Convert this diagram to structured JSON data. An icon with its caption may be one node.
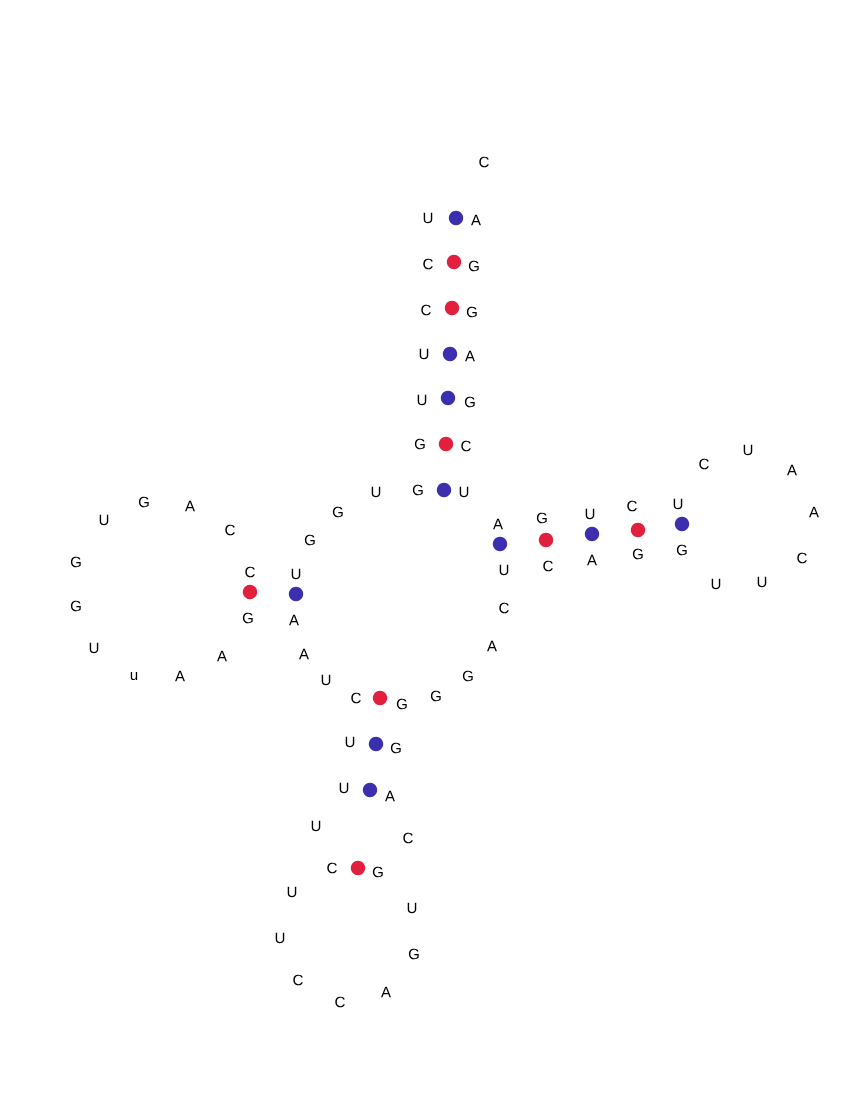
{
  "diagram": {
    "labels": [
      "C",
      "U",
      "A",
      "C",
      "G",
      "C",
      "G",
      "U",
      "A",
      "U",
      "G",
      "G",
      "C",
      "U",
      "G",
      "U",
      "G",
      "G",
      "U",
      "G",
      "A",
      "C",
      "G",
      "G",
      "U",
      "u",
      "A",
      "A",
      "C",
      "G",
      "U",
      "A",
      "A",
      "U",
      "C",
      "G",
      "G",
      "G",
      "A",
      "C",
      "U",
      "A",
      "G",
      "C",
      "U",
      "A",
      "C",
      "G",
      "U",
      "G",
      "C",
      "U",
      "A",
      "A",
      "C",
      "U",
      "U",
      "U",
      "G",
      "U",
      "A",
      "U",
      "C",
      "C",
      "G",
      "U",
      "U",
      "U",
      "G",
      "C",
      "C",
      "A"
    ]
  }
}
